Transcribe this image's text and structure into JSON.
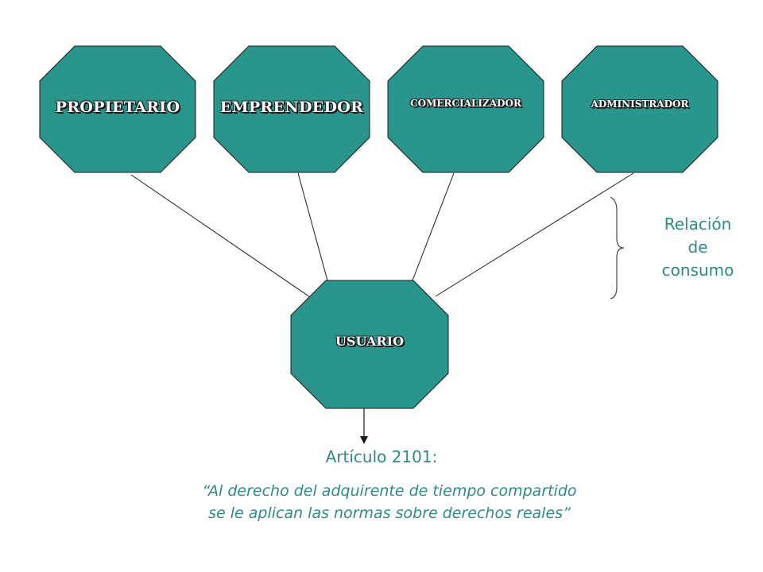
{
  "diagram": {
    "nodes": [
      {
        "id": "propietario",
        "label": "PROPIETARIO"
      },
      {
        "id": "emprendedor",
        "label": "EMPRENDEDOR"
      },
      {
        "id": "comercializador",
        "label": "COMERCIALIZADOR"
      },
      {
        "id": "administrador",
        "label": "ADMINISTRADOR"
      },
      {
        "id": "usuario",
        "label": "USUARIO"
      }
    ],
    "edges": [
      {
        "from": "propietario",
        "to": "usuario"
      },
      {
        "from": "emprendedor",
        "to": "usuario"
      },
      {
        "from": "comercializador",
        "to": "usuario"
      },
      {
        "from": "administrador",
        "to": "usuario"
      }
    ],
    "relation": {
      "line1": "Relación",
      "line2": "de",
      "line3": "consumo"
    },
    "article": {
      "title": "Artículo 2101:",
      "quote": "“Al derecho del adquirente de tiempo compartido se le aplican las normas sobre derechos reales”"
    },
    "colors": {
      "node_fill": "#2a958d",
      "node_stroke": "#1a1a1a",
      "text_accent": "#2e8b83"
    }
  }
}
